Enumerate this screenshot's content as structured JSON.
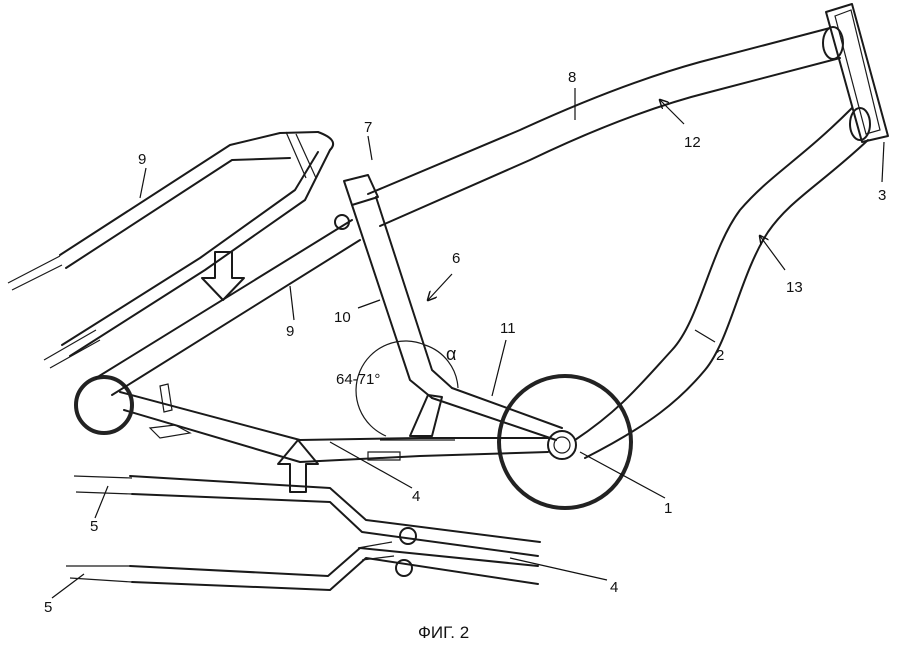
{
  "caption": "ФИГ. 2",
  "angle": {
    "symbol": "α",
    "range": "64-71°"
  },
  "labels": {
    "l1": "1",
    "l2": "2",
    "l3": "3",
    "l4a": "4",
    "l4b": "4",
    "l5a": "5",
    "l5b": "5",
    "l6": "6",
    "l7": "7",
    "l8": "8",
    "l9a": "9",
    "l9b": "9",
    "l10": "10",
    "l11": "11",
    "l12": "12",
    "l13": "13"
  },
  "colors": {
    "ink": "#1a1a1a",
    "background": "#ffffff"
  }
}
